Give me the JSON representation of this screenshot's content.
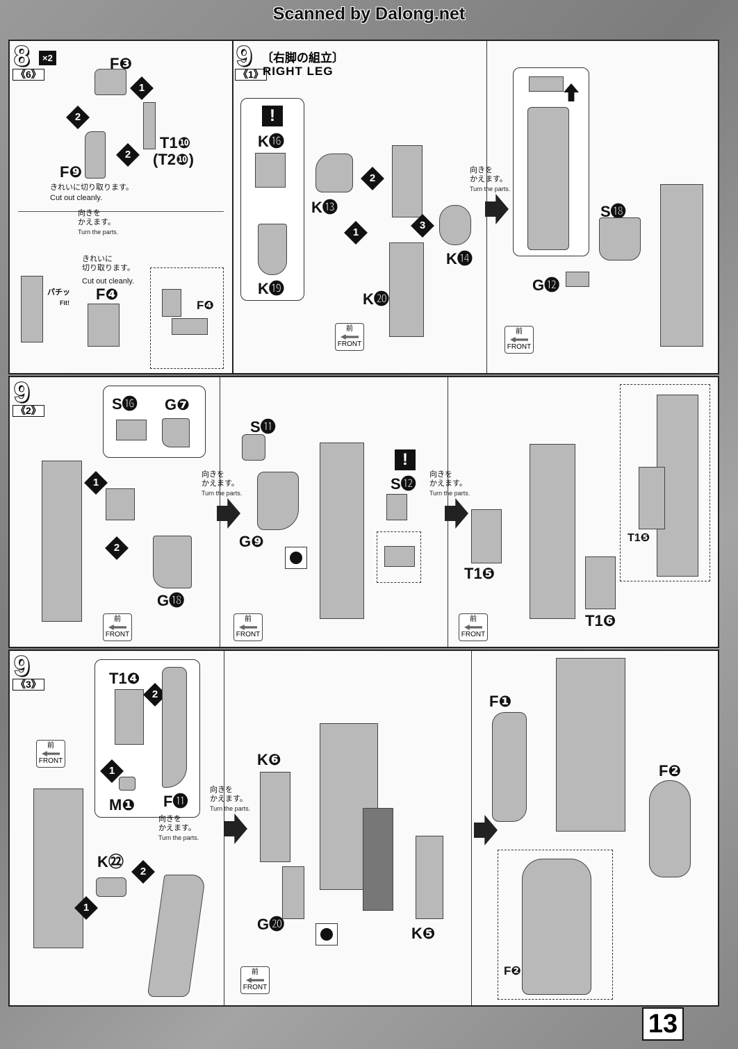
{
  "header": {
    "scan_credit": "Scanned by Dalong.net"
  },
  "page_number": "13",
  "front_label": "FRONT",
  "front_kanji": "前",
  "turn_parts": {
    "jp": "向きを\nかえます。",
    "en": "Turn the parts."
  },
  "cut_clean": {
    "jp": "きれいに切り取ります。",
    "jp_2line": "きれいに\n切り取ります。",
    "en": "Cut out cleanly."
  },
  "fit_label": "Fit!",
  "fit_jp": "パチッ",
  "step8": {
    "number": "8",
    "sub": "《6》",
    "multiplier": "×2",
    "parts": {
      "f3": "F❸",
      "t1_10": "T1❿",
      "t2_10": "(T2❿)",
      "f9": "F❾",
      "f4": "F❹",
      "f4b": "F❹"
    }
  },
  "step9_1": {
    "number": "9",
    "sub": "《1》",
    "title_jp": "〔右脚の組立〕",
    "title_en": "RIGHT LEG",
    "parts": {
      "k16": "K⓰",
      "k19": "K⓳",
      "k13": "K⓭",
      "k14": "K⓮",
      "k20": "K⓴",
      "s18": "S⓲",
      "g12": "G⓬"
    }
  },
  "step9_2": {
    "number": "9",
    "sub": "《2》",
    "parts": {
      "s16": "S⓰",
      "g7": "G❼",
      "g18": "G⓲",
      "s11": "S⓫",
      "s12": "S⓬",
      "g9": "G❾",
      "t1_5a": "T1❺",
      "t1_5b": "T1❺",
      "t1_6": "T1❻"
    }
  },
  "step9_3": {
    "number": "9",
    "sub": "《3》",
    "parts": {
      "t1_4": "T1❹",
      "m1": "M❶",
      "f11": "F⓫",
      "k22": "K㉒",
      "k6": "K❻",
      "g20": "G⓴",
      "k5": "K❺",
      "f1": "F❶",
      "f2": "F❷",
      "f2b": "F❷"
    }
  },
  "colors": {
    "paper": "#fafafa",
    "ink": "#111111",
    "part_gray": "#b9b9b9",
    "scan_bg": "#8a8a8a"
  }
}
